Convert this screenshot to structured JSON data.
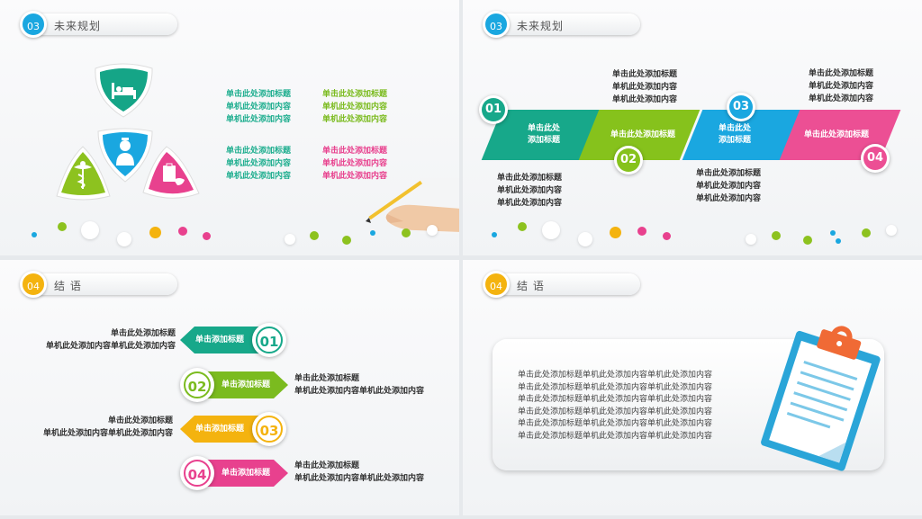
{
  "slide1": {
    "header": {
      "num": "03",
      "title": "未来规划"
    },
    "col1": {
      "color": "#1fae8f",
      "items": [
        {
          "title": "单击此处添加标题",
          "line1": "单机此处添加内容",
          "line2": "单机此处添加内容"
        },
        {
          "title": "单击此处添加标题",
          "line1": "单机此处添加内容",
          "line2": "单机此处添加内容"
        }
      ]
    },
    "col2": {
      "items": [
        {
          "title": "单击此处添加标题",
          "line1": "单机此处添加内容",
          "line2": "单机此处添加内容",
          "color": "#7bbb1f"
        },
        {
          "title": "单击此处添加标题",
          "line1": "单机此处添加内容",
          "line2": "单机此处添加内容",
          "color": "#e8418e"
        }
      ]
    },
    "shield_colors": [
      "#15a587",
      "#8dc21f",
      "#1aa7e0",
      "#e8418e"
    ],
    "icons": [
      "bed-icon",
      "caduceus-icon",
      "nurse-icon",
      "clipboard-icon"
    ]
  },
  "slide2": {
    "header": {
      "num": "03",
      "title": "未来规划"
    },
    "steps": [
      {
        "num": "01",
        "label1": "单击此处",
        "label2": "添加标题",
        "color": "#17a88a"
      },
      {
        "num": "02",
        "label1": "单击此处添加标题",
        "label2": "",
        "color": "#86c21c"
      },
      {
        "num": "03",
        "label1": "单击此处",
        "label2": "添加标题",
        "color": "#1aa7e0"
      },
      {
        "num": "04",
        "label1": "单击此处添加标题",
        "label2": "",
        "color": "#ec4f94"
      }
    ],
    "top_texts": [
      [
        "单击此处添加标题",
        "单机此处添加内容",
        "单机此处添加内容"
      ],
      [
        "单击此处添加标题",
        "单机此处添加内容",
        "单机此处添加内容"
      ]
    ],
    "bottom_texts": [
      [
        "单击此处添加标题",
        "单机此处添加内容",
        "单机此处添加内容"
      ],
      [
        "单击此处添加标题",
        "单机此处添加内容",
        "单机此处添加内容"
      ]
    ]
  },
  "slide3": {
    "header": {
      "num": "04",
      "title": "结  语"
    },
    "arrows": [
      {
        "num": "01",
        "label": "单击添加标题",
        "color": "#17a88a",
        "title": "单击此处添加标题",
        "content": "单机此处添加内容单机此处添加内容"
      },
      {
        "num": "02",
        "label": "单击添加标题",
        "color": "#7bbb1f",
        "title": "单击此处添加标题",
        "content": "单机此处添加内容单机此处添加内容"
      },
      {
        "num": "03",
        "label": "单击添加标题",
        "color": "#f4b30f",
        "title": "单击此处添加标题",
        "content": "单机此处添加内容单机此处添加内容"
      },
      {
        "num": "04",
        "label": "单击添加标题",
        "color": "#e8418e",
        "title": "单击此处添加标题",
        "content": "单机此处添加内容单机此处添加内容"
      }
    ]
  },
  "slide4": {
    "header": {
      "num": "04",
      "title": "结  语"
    },
    "lines": [
      "单击此处添加标题单机此处添加内容单机此处添加内容",
      "单击此处添加标题单机此处添加内容单机此处添加内容",
      "单击此处添加标题单机此处添加内容单机此处添加内容",
      "单击此处添加标题单机此处添加内容单机此处添加内容",
      "单击此处添加标题单机此处添加内容单机此处添加内容",
      "单击此处添加标题单机此处添加内容单机此处添加内容"
    ],
    "icon": "clipboard-icon"
  }
}
